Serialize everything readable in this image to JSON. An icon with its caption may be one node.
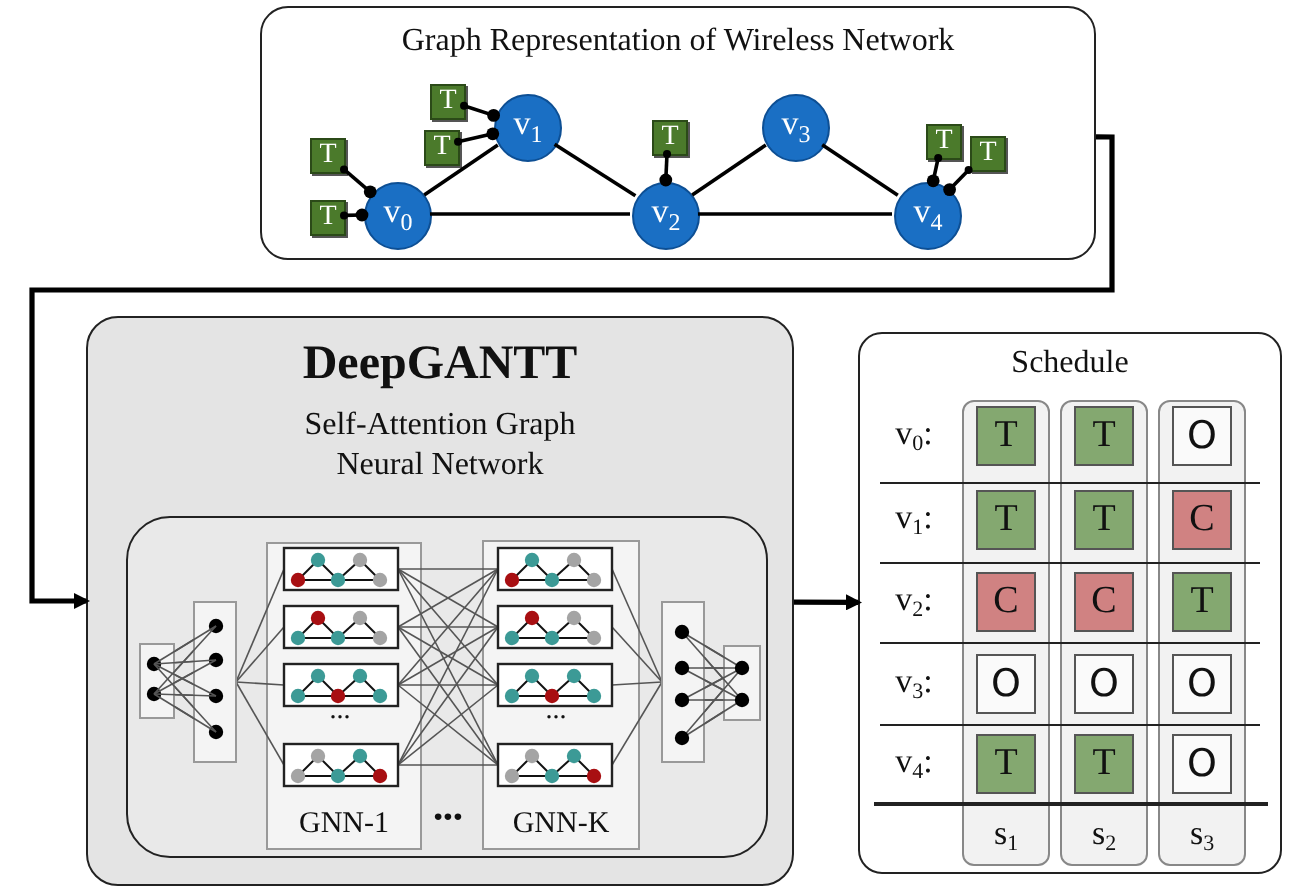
{
  "diagram": {
    "nodes": [
      {
        "text": [
          "Graph Representation of Wireless Network"
        ]
      },
      {
        "text": [
          "v$_{0}$"
        ],
        "in": 0
      },
      {
        "text": [
          "v$_{1}$"
        ],
        "in": 0
      },
      {
        "text": [
          "v$_{2}$"
        ],
        "in": 0
      },
      {
        "text": [
          "v$_{3}$"
        ],
        "in": 0
      },
      {
        "text": [
          "v$_{4}$"
        ],
        "in": 0
      },
      {
        "text": [
          "T"
        ],
        "in": 0
      },
      {
        "text": [
          "T"
        ],
        "in": 0
      },
      {
        "text": [
          "T"
        ],
        "in": 0
      },
      {
        "text": [
          "T"
        ],
        "in": 0
      },
      {
        "text": [
          "T"
        ],
        "in": 0
      },
      {
        "text": [
          "T"
        ],
        "in": 0
      },
      {
        "text": [
          "T"
        ],
        "in": 0
      },
      {
        "text": [
          "DeepGANTT",
          "Self-Attention Graph Neural Network"
        ]
      },
      {
        "text": [],
        "shape": "box",
        "in": 13
      },
      {
        "text": [
          "GNN-1"
        ],
        "in": 14
      },
      {
        "text": [
          "GNN-K"
        ],
        "in": 14
      },
      {
        "text": [
          "Schedule"
        ]
      }
    ],
    "edges": [
      {
        "from": 1,
        "to": 2,
        "arrow": "none"
      },
      {
        "from": 1,
        "to": 3,
        "arrow": "none"
      },
      {
        "from": 2,
        "to": 3,
        "arrow": "none"
      },
      {
        "from": 3,
        "to": 4,
        "arrow": "none"
      },
      {
        "from": 4,
        "to": 5,
        "arrow": "none"
      },
      {
        "from": 3,
        "to": 5,
        "arrow": "none"
      },
      {
        "from": 6,
        "to": 1,
        "arrow": "other"
      },
      {
        "from": 7,
        "to": 1,
        "arrow": "other"
      },
      {
        "from": 8,
        "to": 2,
        "arrow": "other"
      },
      {
        "from": 9,
        "to": 2,
        "arrow": "other"
      },
      {
        "from": 10,
        "to": 3,
        "arrow": "other"
      },
      {
        "from": 11,
        "to": 5,
        "arrow": "other"
      },
      {
        "from": 12,
        "to": 5,
        "arrow": "other"
      },
      {
        "from": 0,
        "to": 13,
        "arrow": "to"
      },
      {
        "from": 13,
        "to": 17,
        "arrow": "to"
      }
    ],
    "labels": [
      "...",
      "...",
      "•••",
      "v$_{0}$:",
      "T",
      "T",
      "O",
      "v$_{1}$:",
      "T",
      "T",
      "C",
      "v$_{2}$:",
      "C",
      "C",
      "T",
      "v$_{3}$:",
      "O",
      "O",
      "O",
      "v$_{4}$:",
      "T",
      "T",
      "O",
      "s$_{1}$",
      "s$_{2}$",
      "s$_{3}$"
    ]
  }
}
